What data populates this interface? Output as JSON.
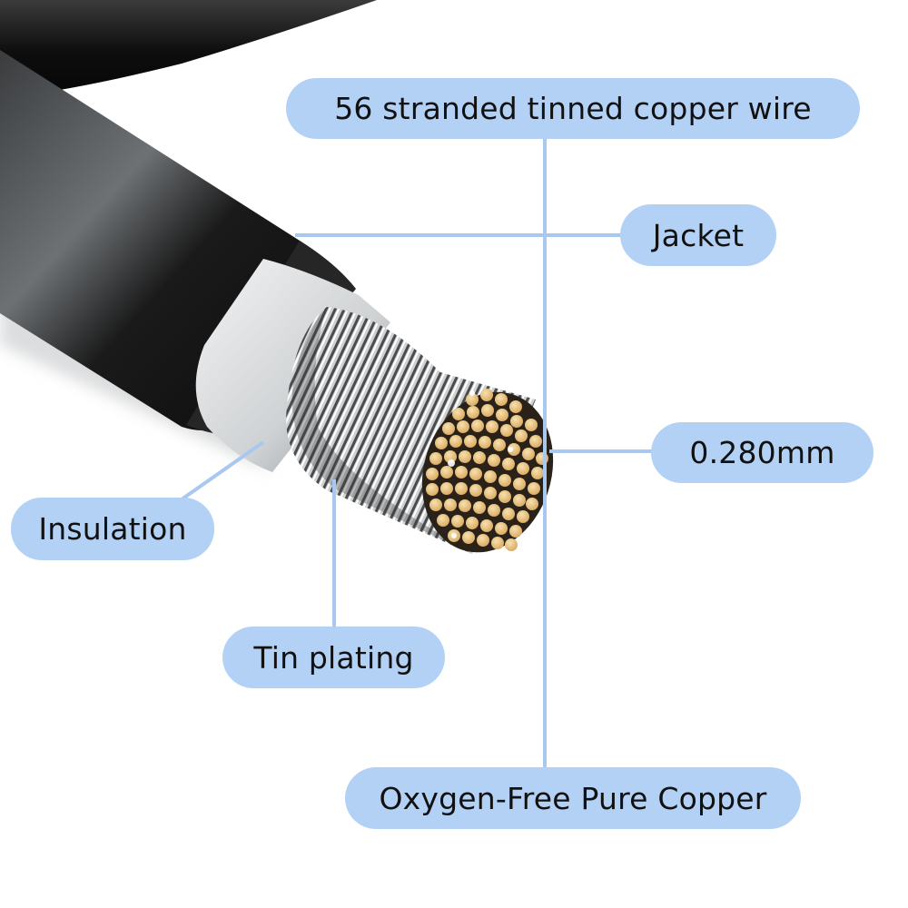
{
  "colors": {
    "pill_bg": "#b3d1f5",
    "leader_line": "#a9c8f0",
    "cable_black": "#151515",
    "insulation_gray": "#d6d8da",
    "copper_strand": "#e9c98a"
  },
  "labels": {
    "stranded": "56 stranded tinned copper wire",
    "jacket": "Jacket",
    "diameter": "0.280mm",
    "insulation": "Insulation",
    "tin_plating": "Tin plating",
    "copper": "Oxygen-Free Pure Copper"
  }
}
